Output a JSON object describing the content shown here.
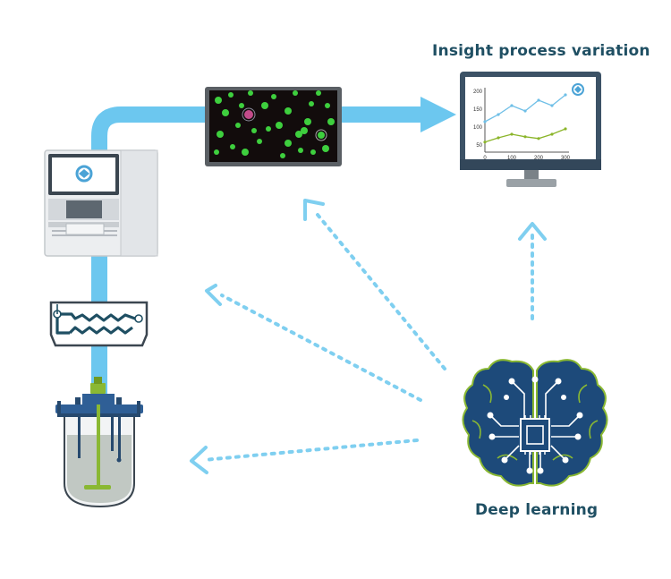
{
  "labels": {
    "insight_title": "Insight process variation",
    "deep_learning": "Deep learning"
  },
  "chart_data": {
    "type": "line",
    "x": [
      0,
      50,
      100,
      150,
      200,
      250,
      300
    ],
    "xticks": [
      0,
      100,
      200,
      300
    ],
    "yticks": [
      50,
      100,
      150,
      200
    ],
    "xlim": [
      0,
      300
    ],
    "ylim": [
      30,
      210
    ],
    "series": [
      {
        "x": [
          0,
          50,
          100,
          150,
          200,
          250,
          300
        ],
        "values": [
          115,
          135,
          160,
          145,
          175,
          160,
          190
        ]
      },
      {
        "x": [
          0,
          50,
          100,
          150,
          200,
          250,
          300
        ],
        "values": [
          58,
          70,
          80,
          73,
          68,
          80,
          95
        ]
      }
    ]
  },
  "colors": {
    "flow_arrow": "#6cc7ef",
    "dotted_arrow": "#7fcff0",
    "series_blue": "#6fbfe7",
    "series_green": "#8bb52a",
    "cell_green": "#3ecf3e",
    "brain_blue": "#1d4a7a",
    "brain_green": "#8ab833",
    "text": "#1f4f63"
  },
  "icons": [
    "instrument-icon",
    "cell-image-screen-icon",
    "monitor-icon",
    "microfluidic-chip-icon",
    "bioreactor-icon",
    "brain-chip-icon"
  ]
}
